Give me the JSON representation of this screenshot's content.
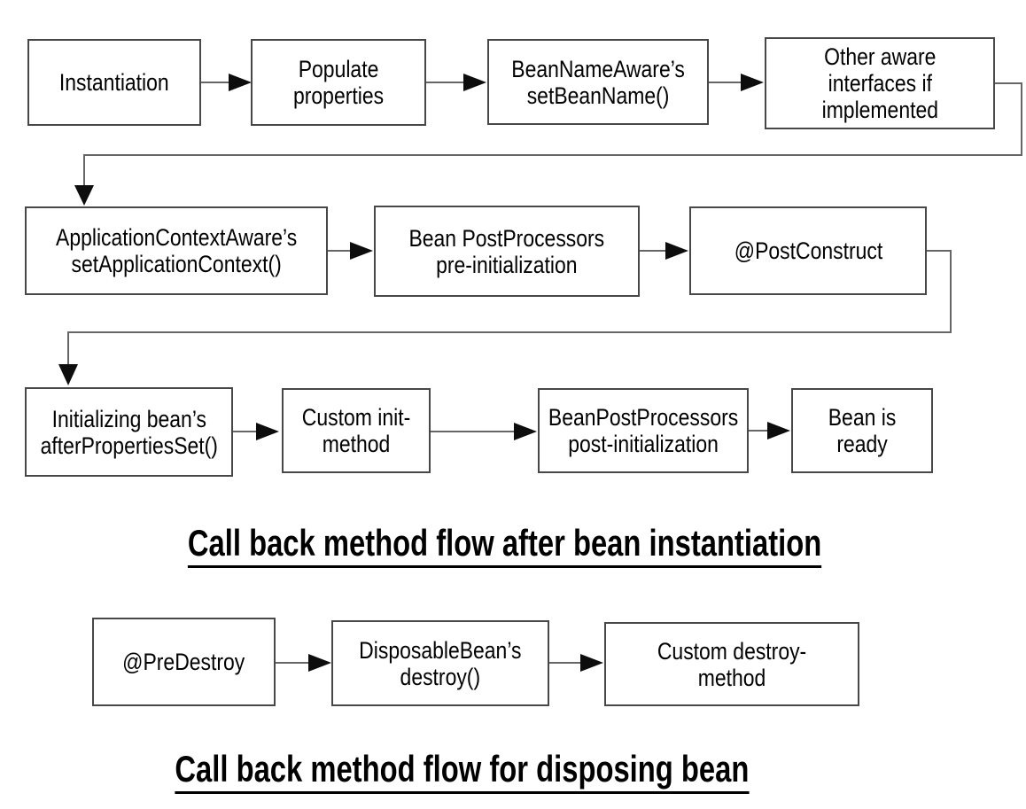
{
  "colors": {
    "background": "#ffffff",
    "box_fill": "#ffffff",
    "box_border": "#474747",
    "connector_line": "#666666",
    "arrowhead": "#0d0d0d",
    "text": "#000000"
  },
  "instantiation_flow": {
    "title": "Call back method flow after bean instantiation",
    "nodes": {
      "instantiation": "Instantiation",
      "populate_properties": "Populate\nproperties",
      "set_bean_name": "BeanNameAware’s\nsetBeanName()",
      "other_aware": "Other aware\ninterfaces if\nimplemented",
      "set_application_context": "ApplicationContextAware’s\nsetApplicationContext()",
      "post_processors_pre": "Bean PostProcessors\npre-initialization",
      "post_construct": "@PostConstruct",
      "after_properties_set": "Initializing bean’s\nafterPropertiesSet()",
      "custom_init": "Custom init-\nmethod",
      "post_processors_post": "BeanPostProcessors\npost-initialization",
      "bean_ready": "Bean is\nready"
    }
  },
  "dispose_flow": {
    "title": "Call back method flow for disposing bean",
    "nodes": {
      "pre_destroy": "@PreDestroy",
      "disposable_bean_destroy": "DisposableBean’s\ndestroy()",
      "custom_destroy": "Custom destroy-\nmethod"
    }
  }
}
